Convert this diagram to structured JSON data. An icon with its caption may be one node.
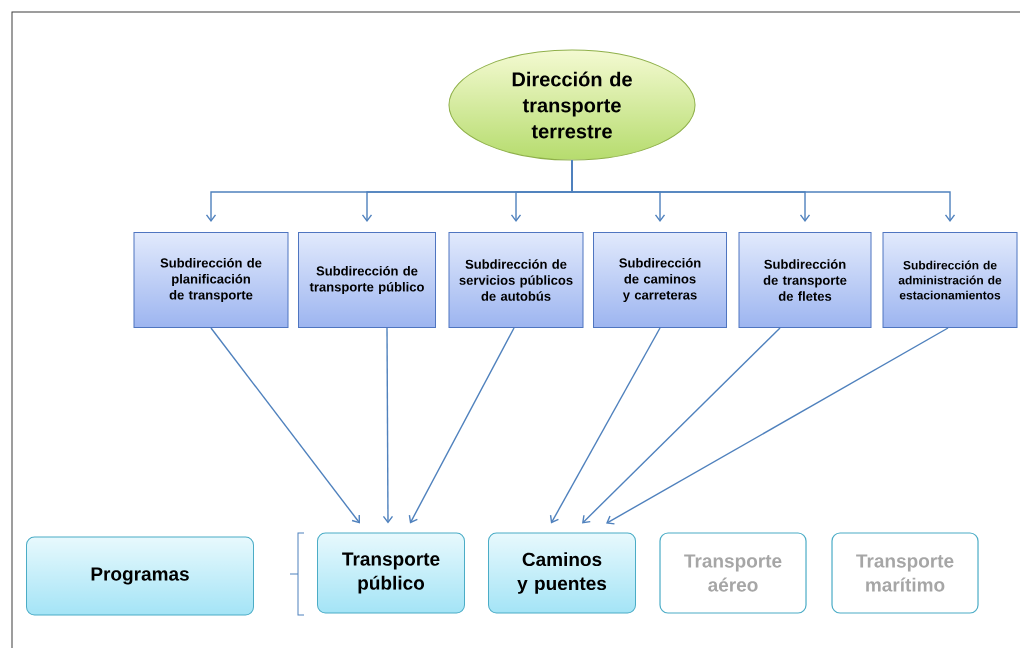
{
  "diagram": {
    "nodes": [
      {
        "text": [
          "Dirección de transporte terrestre"
        ]
      },
      {
        "text": [
          "Subdirección de planificación de transporte"
        ]
      },
      {
        "text": [
          "Subdirección de transporte público"
        ]
      },
      {
        "text": [
          "Subdirección de servicios públicos de autobús"
        ]
      },
      {
        "text": [
          "Subdirección de caminos y carreteras"
        ]
      },
      {
        "text": [
          "Subdirección de transporte de fletes"
        ]
      },
      {
        "text": [
          "Subdirección de administración de estacionamientos"
        ]
      },
      {
        "text": [
          "Programas"
        ]
      },
      {
        "text": [
          "Transporte público"
        ]
      },
      {
        "text": [
          "Caminos y puentes"
        ]
      },
      {
        "text": [
          "Transporte aéreo"
        ]
      },
      {
        "text": [
          "Transporte marítimo"
        ]
      }
    ],
    "edges": [
      {
        "from": 0,
        "to": 1,
        "arrow": "to"
      },
      {
        "from": 0,
        "to": 2,
        "arrow": "to"
      },
      {
        "from": 0,
        "to": 3,
        "arrow": "to"
      },
      {
        "from": 0,
        "to": 4,
        "arrow": "to"
      },
      {
        "from": 0,
        "to": 5,
        "arrow": "to"
      },
      {
        "from": 0,
        "to": 6,
        "arrow": "to"
      },
      {
        "from": 1,
        "to": 8,
        "arrow": "to"
      },
      {
        "from": 2,
        "to": 8,
        "arrow": "to"
      },
      {
        "from": 3,
        "to": 8,
        "arrow": "to"
      },
      {
        "from": 4,
        "to": 9,
        "arrow": "to"
      },
      {
        "from": 5,
        "to": 9,
        "arrow": "to"
      },
      {
        "from": 6,
        "to": 9,
        "arrow": "to"
      }
    ]
  }
}
